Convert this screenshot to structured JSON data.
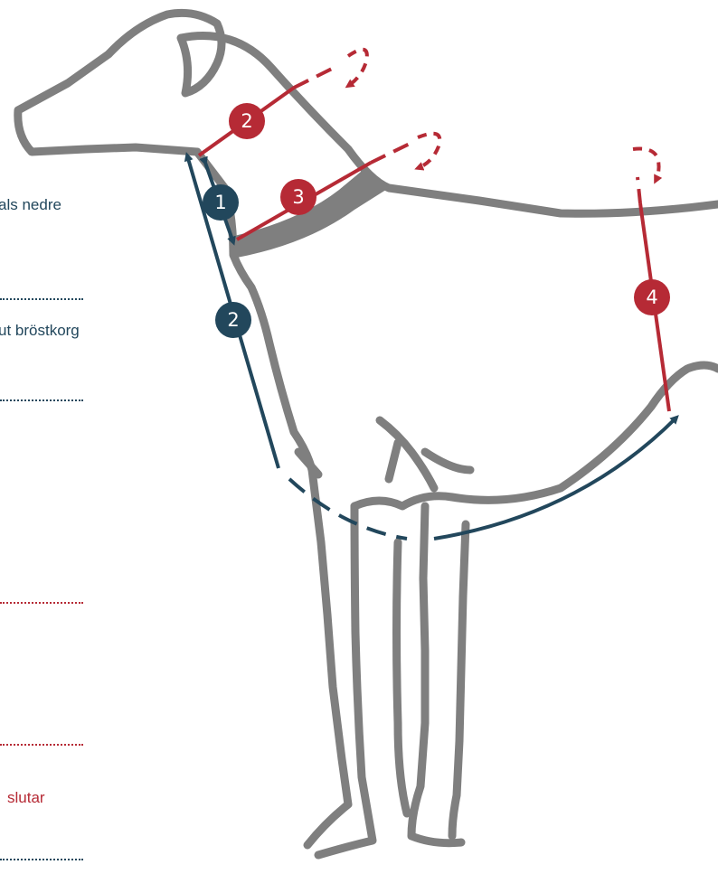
{
  "labels": {
    "throat": "als nedre",
    "chest": "ut bröstkorg",
    "back_end": "slutar"
  },
  "badges": {
    "blue_1": "1",
    "blue_2": "2",
    "red_2": "2",
    "red_3": "3",
    "red_4": "4"
  },
  "colors": {
    "dog_outline": "#7f7f7f",
    "blue": "#22475c",
    "red": "#b62a35"
  }
}
